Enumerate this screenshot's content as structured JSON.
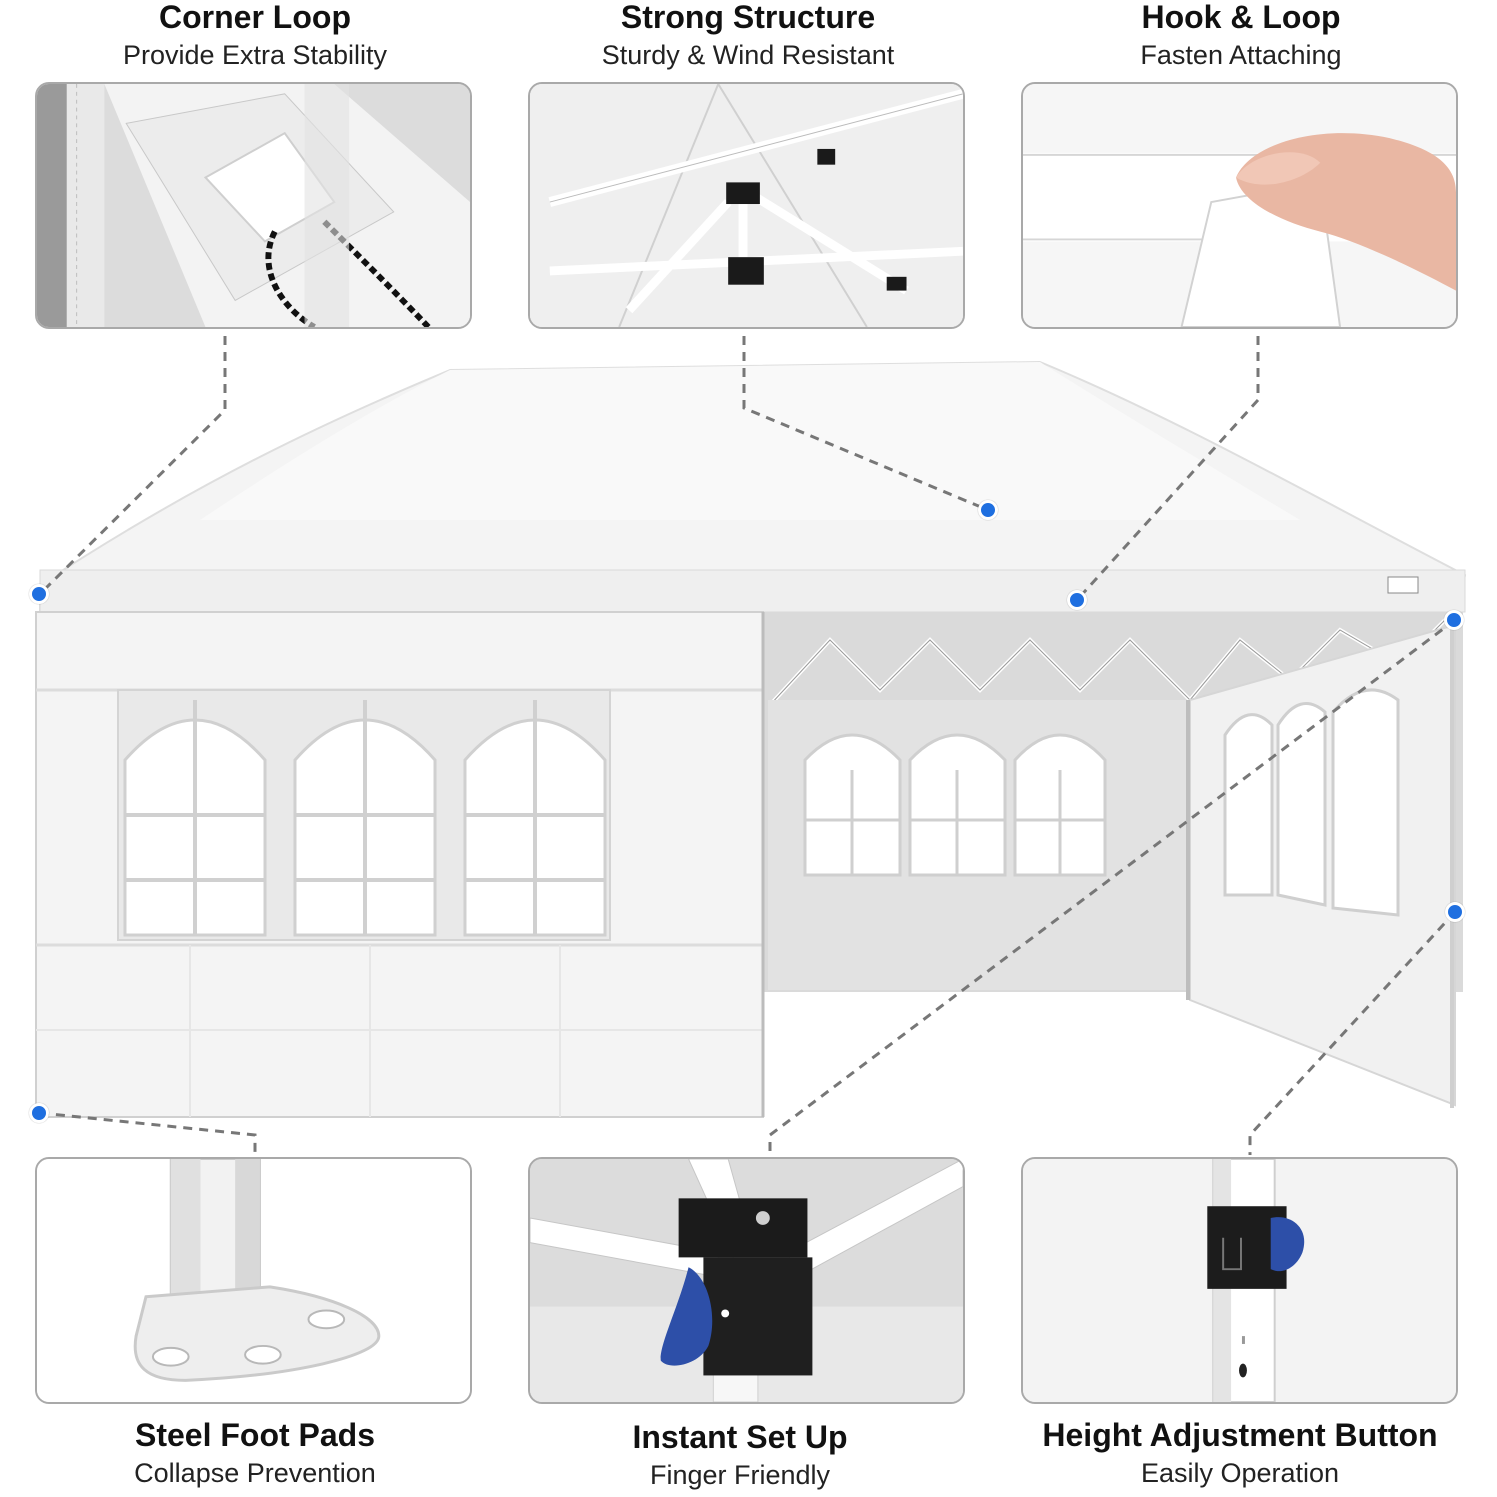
{
  "callouts": {
    "corner_loop": {
      "title": "Corner Loop",
      "subtitle": "Provide Extra Stability"
    },
    "strong_structure": {
      "title": "Strong Structure",
      "subtitle": "Sturdy & Wind Resistant"
    },
    "hook_loop": {
      "title": "Hook & Loop",
      "subtitle": "Fasten Attaching"
    },
    "steel_foot_pads": {
      "title": "Steel Foot Pads",
      "subtitle": "Collapse Prevention"
    },
    "instant_set_up": {
      "title": "Instant Set Up",
      "subtitle": "Finger Friendly"
    },
    "height_adjustment": {
      "title": "Height Adjustment Button",
      "subtitle": "Easily Operation"
    }
  },
  "colors": {
    "marker": "#1f6fe0",
    "panel_border": "#a9a9a9",
    "leader_line": "#777777",
    "adjust_button": "#2d4fa8"
  },
  "icons": [
    "corner-loop-photo",
    "frame-joint-photo",
    "velcro-strip-photo",
    "foot-pad-photo",
    "slider-joint-photo",
    "height-button-photo"
  ]
}
